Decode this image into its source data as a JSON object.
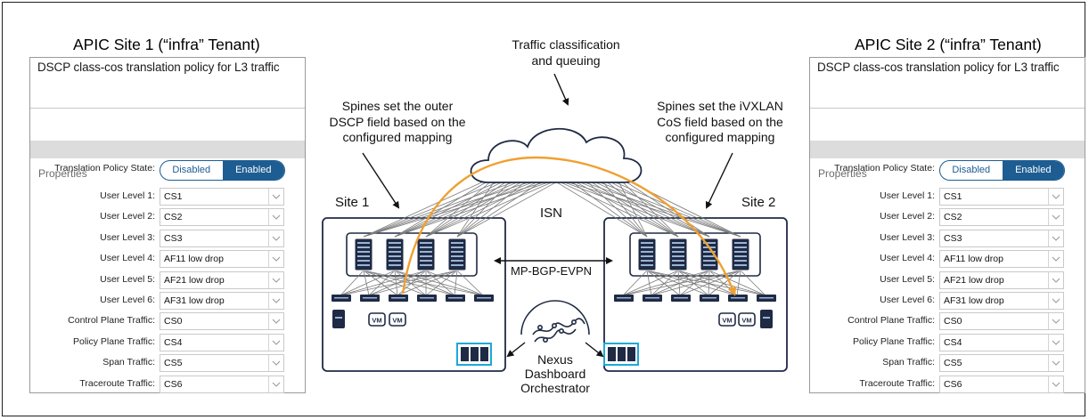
{
  "site1": {
    "title": "APIC Site 1 (“infra” Tenant)",
    "policy_title": "DSCP class-cos translation policy for L3 traffic",
    "properties_label": "Properties",
    "state_label": "Translation Policy State:",
    "toggle_off": "Disabled",
    "toggle_on": "Enabled",
    "rows": [
      {
        "label": "User Level 1:",
        "value": "CS1"
      },
      {
        "label": "User Level 2:",
        "value": "CS2"
      },
      {
        "label": "User Level 3:",
        "value": "CS3"
      },
      {
        "label": "User Level 4:",
        "value": "AF11 low drop"
      },
      {
        "label": "User Level 5:",
        "value": "AF21 low drop"
      },
      {
        "label": "User Level 6:",
        "value": "AF31 low drop"
      },
      {
        "label": "Control Plane Traffic:",
        "value": "CS0"
      },
      {
        "label": "Policy Plane Traffic:",
        "value": "CS4"
      },
      {
        "label": "Span Traffic:",
        "value": "CS5"
      },
      {
        "label": "Traceroute Traffic:",
        "value": "CS6"
      }
    ]
  },
  "site2": {
    "title": "APIC Site 2 (“infra” Tenant)",
    "policy_title": "DSCP class-cos translation policy for L3 traffic",
    "properties_label": "Properties",
    "state_label": "Translation Policy State:",
    "toggle_off": "Disabled",
    "toggle_on": "Enabled",
    "rows": [
      {
        "label": "User Level 1:",
        "value": "CS1"
      },
      {
        "label": "User Level 2:",
        "value": "CS2"
      },
      {
        "label": "User Level 3:",
        "value": "CS3"
      },
      {
        "label": "User Level 4:",
        "value": "AF11 low drop"
      },
      {
        "label": "User Level 5:",
        "value": "AF21 low drop"
      },
      {
        "label": "User Level 6:",
        "value": "AF31 low drop"
      },
      {
        "label": "Control Plane Traffic:",
        "value": "CS0"
      },
      {
        "label": "Policy Plane Traffic:",
        "value": "CS4"
      },
      {
        "label": "Span Traffic:",
        "value": "CS5"
      },
      {
        "label": "Traceroute Traffic:",
        "value": "CS6"
      }
    ]
  },
  "diagram": {
    "traffic_note_line1": "Traffic classification",
    "traffic_note_line2": "and queuing",
    "spines_left_line1": "Spines set the outer",
    "spines_left_line2": "DSCP field based on the",
    "spines_left_line3": "configured mapping",
    "spines_right_line1": "Spines set the iVXLAN",
    "spines_right_line2": "CoS field based on the",
    "spines_right_line3": "configured mapping",
    "site1_label": "Site 1",
    "site2_label": "Site 2",
    "isn_label": "ISN",
    "mpbgp_label": "MP-BGP-EVPN",
    "vm_label": "VM",
    "ndo_line1": "Nexus",
    "ndo_line2": "Dashboard",
    "ndo_line3": "Orchestrator"
  },
  "colors": {
    "toggle_blue": "#1d5d92",
    "traffic_orange": "#f0a030",
    "device_navy": "#1f2a44",
    "apic_cyan": "#1fa8d8"
  }
}
